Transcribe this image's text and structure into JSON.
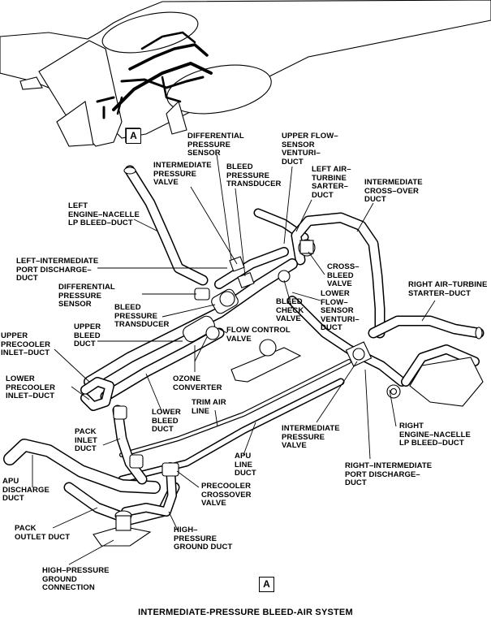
{
  "caption": "INTERMEDIATE-PRESSURE BLEED-AIR SYSTEM",
  "detail_ref": "A",
  "labels": {
    "differential_pressure_sensor_top": "DIFFERENTIAL\nPRESSURE\nSENSOR",
    "upper_flow_sensor_venturi_duct": "UPPER FLOW–\nSENSOR\nVENTURI–\nDUCT",
    "intermediate_pressure_valve_top": "INTERMEDIATE\nPRESSURE\nVALVE",
    "bleed_pressure_transducer_top": "BLEED\nPRESSURE\nTRANSDUCER",
    "left_air_turbine_starter_duct": "LEFT AIR–\nTURBINE\nSARTER–\nDUCT",
    "intermediate_cross_over_duct": "INTERMEDIATE\nCROSS–OVER\nDUCT",
    "left_engine_nacelle_lp_bleed_duct": "LEFT\nENGINE–NACELLE\nLP BLEED–DUCT",
    "left_intermediate_port_discharge_duct": "LEFT–INTERMEDIATE\nPORT DISCHARGE–\nDUCT",
    "cross_bleed_valve": "CROSS–\nBLEED\nVALVE",
    "differential_pressure_sensor_left": "DIFFERENTIAL\nPRESSURE\nSENSOR",
    "lower_flow_sensor_venturi_duct": "LOWER\nFLOW–\nSENSOR\nVENTURI–\nDUCT",
    "right_air_turbine_starter_duct": "RIGHT AIR–TURBINE\nSTARTER–DUCT",
    "bleed_pressure_transducer_left": "BLEED\nPRESSURE\nTRANSDUCER",
    "bleed_check_valve": "BLEED\nCHECK\nVALVE",
    "upper_bleed_duct": "UPPER\nBLEED\nDUCT",
    "flow_control_valve": "FLOW CONTROL\nVALVE",
    "upper_precooler_inlet_duct": "UPPER\nPRECOOLER\nINLET–DUCT",
    "lower_precooler_inlet_duct": "LOWER\nPRECOOLER\nINLET–DUCT",
    "ozone_converter": "OZONE\nCONVERTER",
    "trim_air_line": "TRIM AIR\nLINE",
    "lower_bleed_duct": "LOWER\nBLEED\nDUCT",
    "pack_inlet_duct": "PACK\nINLET\nDUCT",
    "intermediate_pressure_valve_bottom": "INTERMEDIATE\nPRESSURE\nVALVE",
    "right_engine_nacelle_lp_bleed_duct": "RIGHT\nENGINE–NACELLE\nLP BLEED–DUCT",
    "apu_line_duct": "APU\nLINE\nDUCT",
    "right_intermediate_port_discharge_duct": "RIGHT–INTERMEDIATE\nPORT DISCHARGE–\nDUCT",
    "apu_discharge_duct": "APU\nDISCHARGE\nDUCT",
    "precooler_crossover_valve": "PRECOOLER\nCROSSOVER\nVALVE",
    "pack_outlet_duct": "PACK\nOUTLET DUCT",
    "high_pressure_ground_duct": "HIGH–\nPRESSURE\nGROUND DUCT",
    "high_pressure_ground_connection": "HIGH–PRESSURE\nGROUND\nCONNECTION"
  }
}
